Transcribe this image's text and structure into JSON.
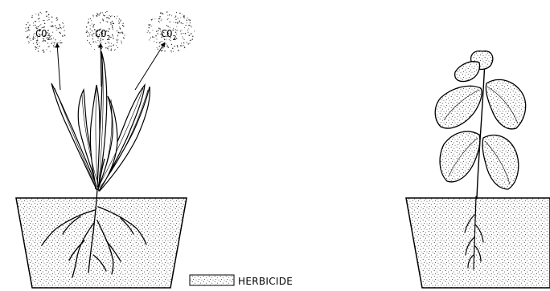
{
  "diagram": {
    "co2_labels": [
      {
        "base": "CO",
        "sub": "2"
      },
      {
        "base": "CO",
        "sub": "2"
      },
      {
        "base": "CO",
        "sub": "2"
      }
    ],
    "legend": {
      "label": "HERBICIDE"
    }
  }
}
